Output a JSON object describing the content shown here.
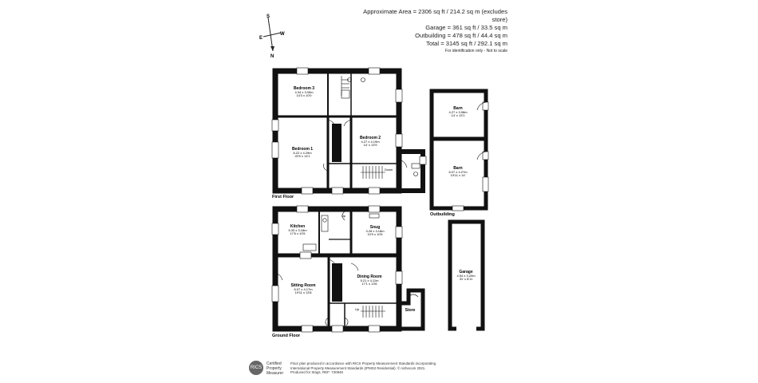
{
  "area": {
    "line1": "Approximate Area = 2306 sq ft / 214.2 sq m (excludes store)",
    "line2": "Garage = 361 sq ft / 33.5 sq m",
    "line3": "Outbuilding = 478 sq ft / 44.4 sq m",
    "line4": "Total = 3145 sq ft / 292.1 sq m",
    "note": "For identification only - Not to scale"
  },
  "compass": {
    "n": "N",
    "s": "S",
    "e": "E",
    "w": "W"
  },
  "floors": {
    "first": "First Floor",
    "ground": "Ground Floor",
    "outbuilding": "Outbuilding"
  },
  "rooms": {
    "bedroom3": {
      "name": "Bedroom 3",
      "dim1": "4.34 x 3.05m",
      "dim2": "14'3 x 10'0"
    },
    "bedroom1": {
      "name": "Bedroom 1",
      "dim1": "6.22 x 4.29m",
      "dim2": "20'5 x 14'1"
    },
    "bedroom2": {
      "name": "Bedroom 2",
      "dim1": "4.27 x 4.19m",
      "dim2": "14' x 13'9"
    },
    "barn1": {
      "name": "Barn",
      "dim1": "4.27 x 3.98m",
      "dim2": "14' x 13'1"
    },
    "barn2": {
      "name": "Barn",
      "dim1": "6.07 x 4.27m",
      "dim2": "19'11 x 14'"
    },
    "kitchen": {
      "name": "Kitchen",
      "dim1": "5.33 x 3.18m",
      "dim2": "17'6 x 10'5"
    },
    "snug": {
      "name": "Snug",
      "dim1": "3.28 x 3.18m",
      "dim2": "10'9 x 10'5"
    },
    "garage": {
      "name": "Garage",
      "dim1": "4.54 x 3.20m",
      "dim2": "31' x 8'11"
    },
    "sitting": {
      "name": "Sitting Room",
      "dim1": "6.07 x 4.17m",
      "dim2": "19'11 x 13'8"
    },
    "dining": {
      "name": "Dining Room",
      "dim1": "5.21 x 4.11m",
      "dim2": "17'1 x 13'6"
    },
    "store": {
      "name": "Store"
    }
  },
  "markers": {
    "down": "Down",
    "up": "Up",
    "up2": "Up"
  },
  "badge": {
    "logo": "RICS",
    "l1": "Certified",
    "l2": "Property",
    "l3": "Measurer"
  },
  "disclaimer": {
    "l1": "Floor plan produced in accordance with RICS Property Measurement Standards incorporating",
    "l2": "International Property Measurement Standards (IPMS2 Residential). © nichecom 2021.",
    "l3": "Produced for Stags.  REF: 720846"
  }
}
